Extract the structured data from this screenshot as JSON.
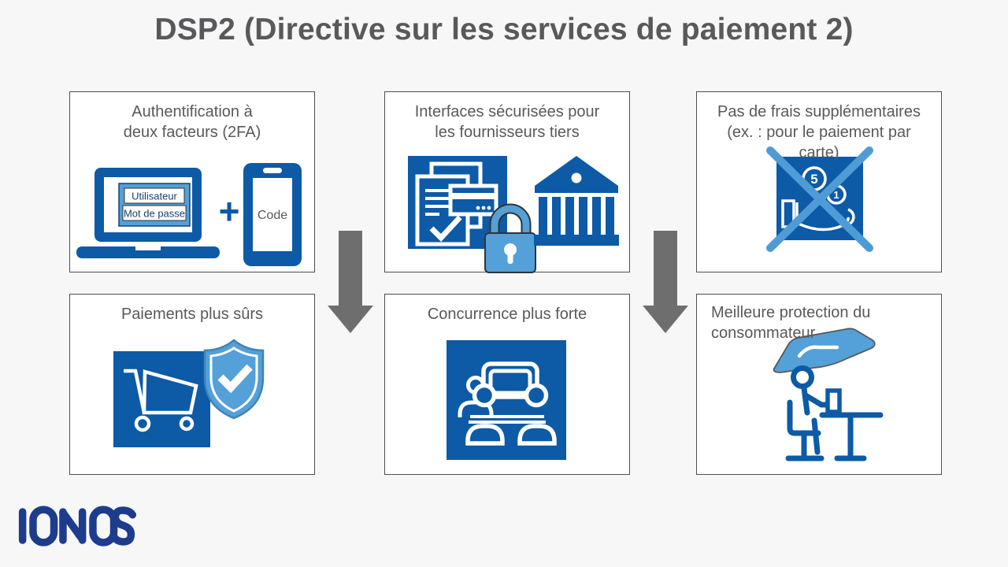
{
  "title": "DSP2 (Directive sur les services de paiement 2)",
  "cards": [
    {
      "name": "two-factor-authentication",
      "lines": [
        "Authentification à",
        "deux facteurs (2FA)"
      ]
    },
    {
      "name": "secure-interfaces",
      "lines": [
        "Interfaces sécurisées pour",
        "les fournisseurs tiers"
      ]
    },
    {
      "name": "no-extra-fees",
      "lines": [
        "Pas de frais supplémentaires",
        "(ex. : pour le paiement par",
        "carte)"
      ]
    },
    {
      "name": "safer-payments",
      "lines": [
        "Paiements plus sûrs"
      ]
    },
    {
      "name": "stronger-competition",
      "lines": [
        "Concurrence plus forte"
      ]
    },
    {
      "name": "better-consumer-protection",
      "lines": [
        "Meilleure protection du",
        "consommateur"
      ]
    }
  ],
  "icon_labels": {
    "username_field": "Utilisateur",
    "password_field": "Mot de passe",
    "phone_code": "Code",
    "plus_sign": "+",
    "coin_five": "5",
    "coin_one": "1"
  },
  "logo_text": "IONOS",
  "colors": {
    "background": "#f7f7f8",
    "card_background": "#ffffff",
    "card_border": "#4e4e4e",
    "primary_blue": "#0d5aa7",
    "accent_light_blue": "#54a0d8",
    "cross_out_blue": "#4f9bd5",
    "title_gray": "#58595b",
    "arrow_gray": "#6e6e6e",
    "logo_navy": "#1e3c8c"
  }
}
